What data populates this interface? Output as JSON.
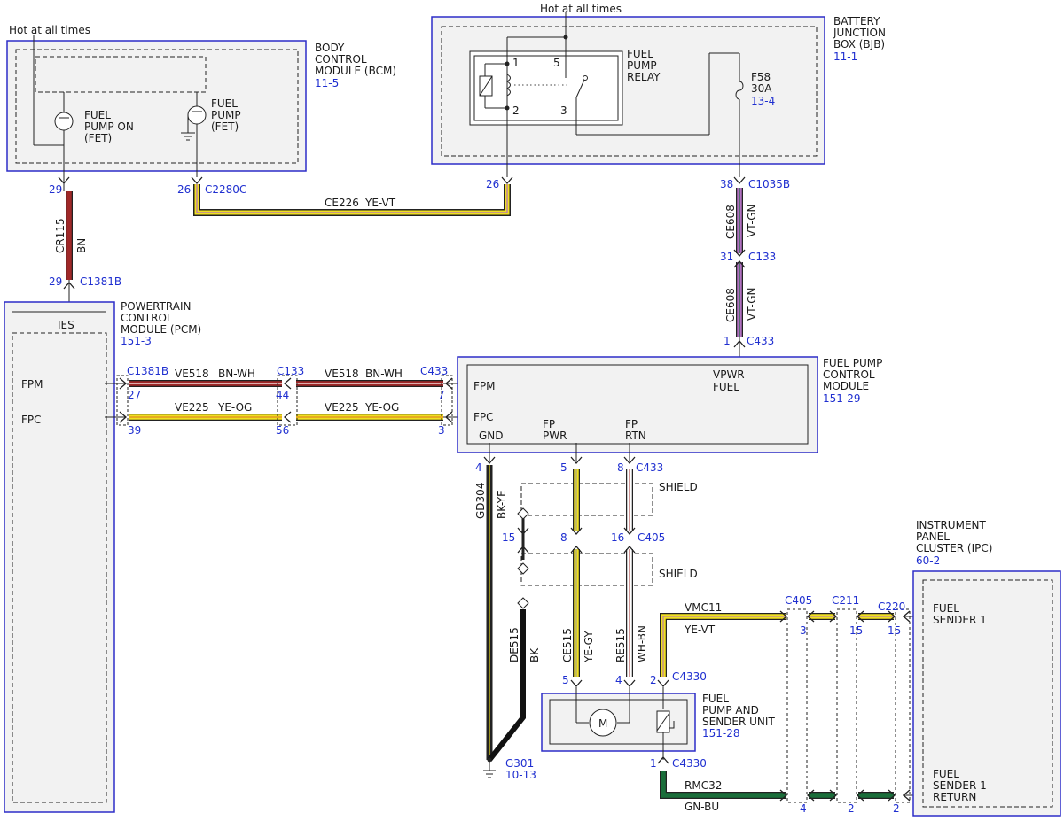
{
  "hot_left": "Hot at all times",
  "hot_top": "Hot at all times",
  "bcm": {
    "title": [
      "BODY",
      "CONTROL",
      "MODULE (BCM)"
    ],
    "ref": "11-5",
    "fet1": [
      "FUEL",
      "PUMP ON",
      "(FET)"
    ],
    "fet2": [
      "FUEL",
      "PUMP",
      "(FET)"
    ],
    "pin29": "29",
    "pin26": "26",
    "connector": "C2280C"
  },
  "bjb": {
    "title": [
      "BATTERY",
      "JUNCTION",
      "BOX (BJB)"
    ],
    "ref": "11-1",
    "relay": [
      "FUEL",
      "PUMP",
      "RELAY"
    ],
    "relay_pins": [
      "1",
      "5",
      "2",
      "3"
    ],
    "fuse": [
      "F58",
      "30A"
    ],
    "fuse_ref": "13-4",
    "pin26": "26",
    "pin38": "38",
    "connector": "C1035B"
  },
  "pcm": {
    "title": [
      "POWERTRAIN",
      "CONTROL",
      "MODULE (PCM)"
    ],
    "ref": "151-3",
    "ies": "IES",
    "fpm": "FPM",
    "fpc": "FPC",
    "pin29": "29",
    "connector_top": "C1381B",
    "pin27": "27",
    "pin39": "39",
    "connector_side": "C1381B"
  },
  "fpcm": {
    "title": [
      "FUEL PUMP",
      "CONTROL",
      "MODULE"
    ],
    "ref": "151-29",
    "fpm": "FPM",
    "fpc": "FPC",
    "vpwr": [
      "VPWR",
      "FUEL"
    ],
    "gnd": "GND",
    "fp_pwr": [
      "FP",
      "PWR"
    ],
    "fp_rtn": [
      "FP",
      "RTN"
    ],
    "pin1": "1",
    "pin7": "7",
    "pin3": "3",
    "pin4": "4",
    "pin5": "5",
    "pin8": "8",
    "connector": "C433"
  },
  "wires": {
    "ce226": "CE226",
    "ce226_color": "YE-VT",
    "cr115": "CR115",
    "cr115_color": "BN",
    "ce608": "CE608",
    "ce608_color": "VT-GN",
    "ve518": "VE518",
    "ve518_color": "BN-WH",
    "ve225": "VE225",
    "ve225_color": "YE-OG",
    "gd304": "GD304",
    "gd304_color": "BK-YE",
    "de515": "DE515",
    "de515_color": "BK",
    "ce515": "CE515",
    "ce515_color": "YE-GY",
    "re515": "RE515",
    "re515_color": "WH-BN",
    "vmc11": "VMC11",
    "vmc11_color": "YE-VT",
    "rmc32": "RMC32",
    "rmc32_color": "GN-BU"
  },
  "connectors": {
    "c133": "C133",
    "c133_pin31": "31",
    "c133_pin44": "44",
    "c133_pin56": "56",
    "c405": "C405",
    "c405_pin15": "15",
    "c405_pin8": "8",
    "c405_pin16": "16",
    "c405_pin3": "3",
    "c405_pin4": "4",
    "c211": "C211",
    "c211_pin15": "15",
    "c211_pin2": "2",
    "c220": "C220",
    "c220_pin15": "15",
    "c220_pin2": "2",
    "c4330": "C4330",
    "c4330_pin5": "5",
    "c4330_pin4": "4",
    "c4330_pin2": "2",
    "c4330_pin1": "1",
    "shield": "SHIELD"
  },
  "pump_unit": {
    "title": [
      "FUEL",
      "PUMP AND",
      "SENDER UNIT"
    ],
    "ref": "151-28",
    "motor": "M"
  },
  "ipc": {
    "title": [
      "INSTRUMENT",
      "PANEL",
      "CLUSTER (IPC)"
    ],
    "ref": "60-2",
    "sender1": [
      "FUEL",
      "SENDER 1"
    ],
    "sender1_return": [
      "FUEL",
      "SENDER 1",
      "RETURN"
    ]
  },
  "ground": {
    "name": "G301",
    "ref": "10-13"
  },
  "colors": {
    "module_border": "#2d2dc8",
    "module_fill": "#f2f2f2",
    "label_blue": "#1f2fd0",
    "BN": "#a02828",
    "YE": "#f0e020",
    "VT": "#b070c0",
    "GN": "#1a6e3a",
    "BK": "#111111",
    "WH": "#ffffff"
  }
}
